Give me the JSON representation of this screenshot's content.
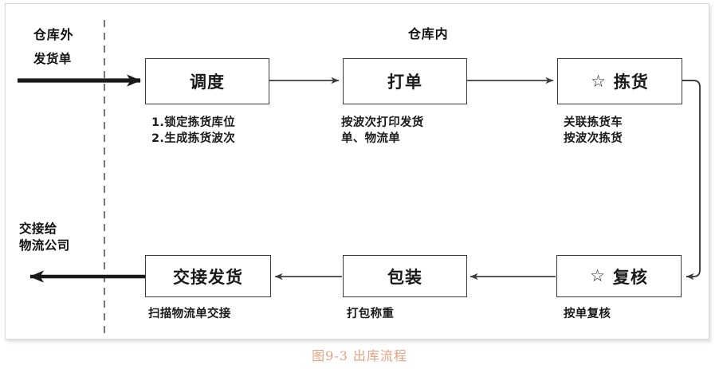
{
  "figure": {
    "caption_prefix": "图",
    "caption_number": "9-3",
    "caption_title": "出库流程",
    "caption_full": "图9-3 出库流程",
    "caption_color": "#e8a182"
  },
  "zones": [
    {
      "name": "outside-warehouse",
      "label": "仓库外"
    },
    {
      "name": "inside-warehouse",
      "label": "仓库内"
    }
  ],
  "edge_labels": {
    "input": "发货单",
    "output": "交接给\n物流公司"
  },
  "nodes": [
    {
      "id": "dispatch",
      "label": "调度",
      "icon": "",
      "note": "1.锁定拣货库位\n2.生成拣货波次",
      "note_align": "left"
    },
    {
      "id": "print-order",
      "label": "打单",
      "icon": "",
      "note": "按波次打印发货\n单、物流单",
      "note_align": "left"
    },
    {
      "id": "picking",
      "label": "拣货",
      "icon": "star-icon",
      "icon_glyph": "☆",
      "note": "关联拣货车\n按波次拣货",
      "note_align": "left"
    },
    {
      "id": "review",
      "label": "复核",
      "icon": "star-icon",
      "icon_glyph": "☆",
      "note": "按单复核",
      "note_align": "left"
    },
    {
      "id": "packing",
      "label": "包装",
      "icon": "",
      "note": "打包称重",
      "note_align": "left"
    },
    {
      "id": "handover-ship",
      "label": "交接发货",
      "icon": "",
      "note": "扫描物流单交接",
      "note_align": "left"
    }
  ],
  "colors": {
    "box_border": "#3b3b3b",
    "connector": "#3f3f3f",
    "thick_arrow": "#1a1a1a",
    "divider_dashed": "#4a4a4a",
    "frame": "#d8d8d8",
    "text": "#1a1a1a"
  },
  "flow_order": [
    "调度",
    "打单",
    "拣货",
    "复核",
    "包装",
    "交接发货"
  ]
}
